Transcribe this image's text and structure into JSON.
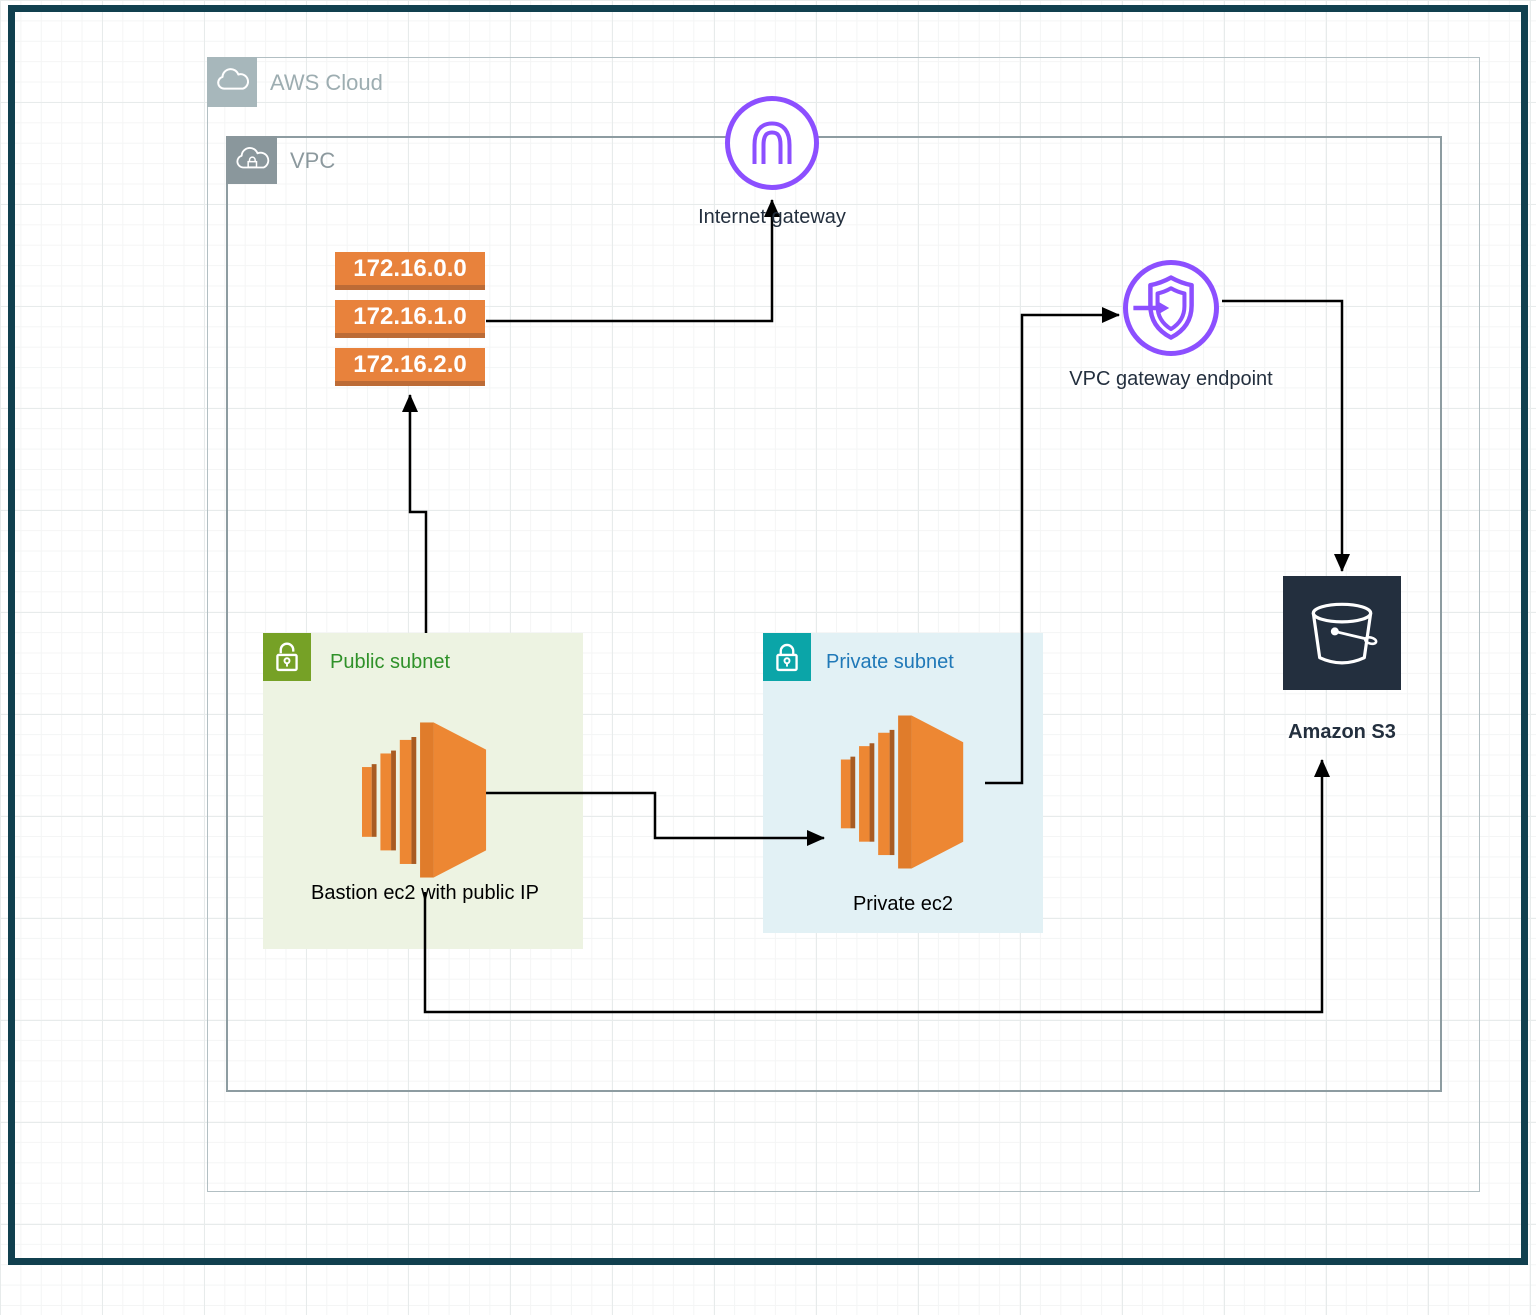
{
  "diagram": {
    "aws_cloud": {
      "label": "AWS Cloud"
    },
    "vpc": {
      "label": "VPC"
    },
    "internet_gateway": {
      "label": "Internet gateway"
    },
    "route_table": {
      "entries": [
        "172.16.0.0",
        "172.16.1.0",
        "172.16.2.0"
      ]
    },
    "vpc_endpoint": {
      "label": "VPC gateway endpoint"
    },
    "public_subnet": {
      "label": "Public subnet",
      "instance_label": "Bastion ec2 with public IP"
    },
    "private_subnet": {
      "label": "Private subnet",
      "instance_label": "Private ec2"
    },
    "s3": {
      "label": "Amazon S3"
    },
    "colors": {
      "frame": "#11404f",
      "aws_cloud_icon_bg": "#a7b7bb",
      "aws_cloud_label": "#9dadb1",
      "vpc_icon_bg": "#8a979c",
      "vpc_label": "#8c999e",
      "gateway_purple": "#8C4FFF",
      "route_orange": "#e8823c",
      "route_orange_dark": "#bc6b36",
      "ec2_orange": "#ed8733",
      "ec2_orange_dark": "#a85b22",
      "public_subnet_bg": "#edf3e2",
      "public_subnet_icon_bg": "#76a126",
      "public_subnet_label": "#2f9129",
      "private_subnet_bg": "#e2f1f5",
      "private_subnet_icon_bg": "#0ba5a8",
      "private_subnet_label": "#2079b8",
      "s3_navy": "#232f3e",
      "edge_black": "#000000"
    }
  }
}
